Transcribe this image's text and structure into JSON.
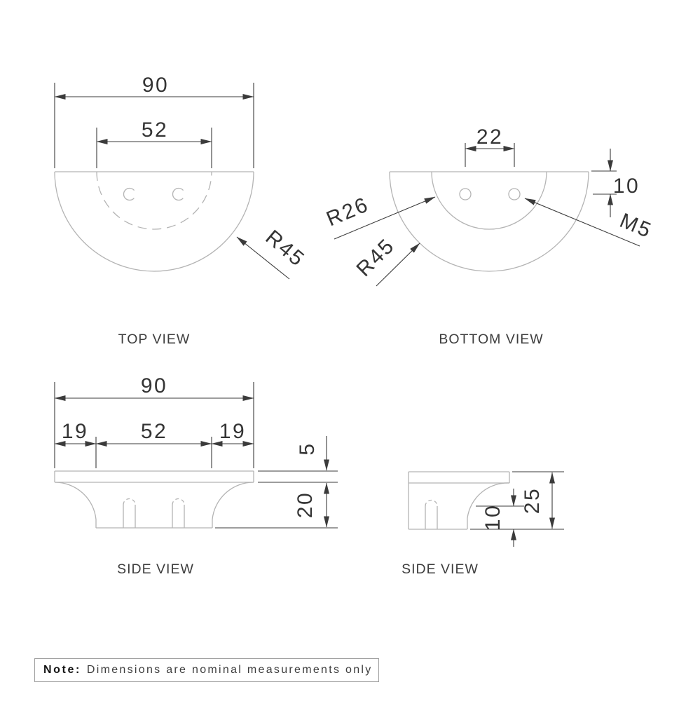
{
  "colors": {
    "part_line": "#b4b4b4",
    "dimension_line": "#3b3b3b",
    "text": "#343434",
    "note_border": "#9e9e9e"
  },
  "views": {
    "top": {
      "caption": "TOP VIEW",
      "dim_width": "90",
      "dim_inner_diameter": "52",
      "dim_outer_radius": "R45"
    },
    "bottom": {
      "caption": "BOTTOM VIEW",
      "dim_hole_spacing": "22",
      "dim_hole_offset": "10",
      "dim_inner_radius": "R26",
      "dim_outer_radius": "R45",
      "dim_thread": "M5"
    },
    "side_left": {
      "caption": "SIDE VIEW",
      "dim_width": "90",
      "dim_seg_left": "19",
      "dim_seg_center": "52",
      "dim_seg_right": "19",
      "dim_plate_thickness": "5",
      "dim_body_height": "20"
    },
    "side_right": {
      "caption": "SIDE VIEW",
      "dim_total_height": "25",
      "dim_step_height": "10"
    }
  },
  "note": {
    "label": "Note:",
    "text": "Dimensions are nominal measurements only"
  }
}
